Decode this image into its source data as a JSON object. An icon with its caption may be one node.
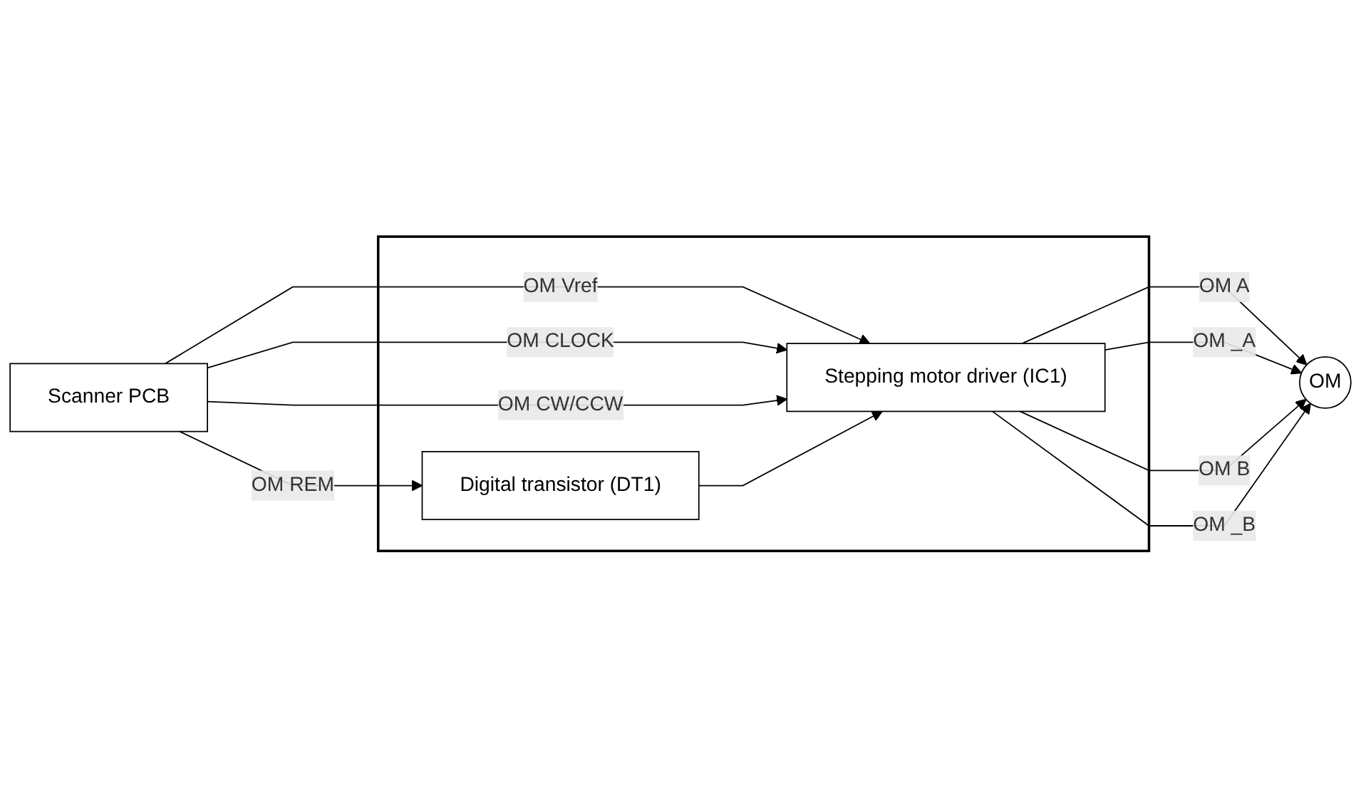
{
  "diagram": {
    "nodes": [
      {
        "text": [
          "Scanner PCB"
        ]
      },
      {
        "text": [],
        "shape": "box"
      },
      {
        "text": [
          "Stepping motor driver (IC1)"
        ],
        "in": 1
      },
      {
        "text": [
          "Digital transistor (DT1)"
        ],
        "in": 1
      },
      {
        "text": [
          "OM"
        ]
      }
    ],
    "edges": [
      {
        "from": 0,
        "to": 2,
        "arrow": "to",
        "label": "OM Vref"
      },
      {
        "from": 0,
        "to": 2,
        "arrow": "to",
        "label": "OM CLOCK"
      },
      {
        "from": 0,
        "to": 2,
        "arrow": "to",
        "label": "OM CW/CCW"
      },
      {
        "from": 0,
        "to": 3,
        "arrow": "to",
        "label": "OM REM"
      },
      {
        "from": 3,
        "to": 2,
        "arrow": "to"
      },
      {
        "from": 2,
        "to": 4,
        "arrow": "to",
        "label": "OM A"
      },
      {
        "from": 2,
        "to": 4,
        "arrow": "to",
        "label": "OM _A"
      },
      {
        "from": 2,
        "to": 4,
        "arrow": "to",
        "label": "OM B"
      },
      {
        "from": 2,
        "to": 4,
        "arrow": "to",
        "label": "OM _B"
      }
    ]
  }
}
